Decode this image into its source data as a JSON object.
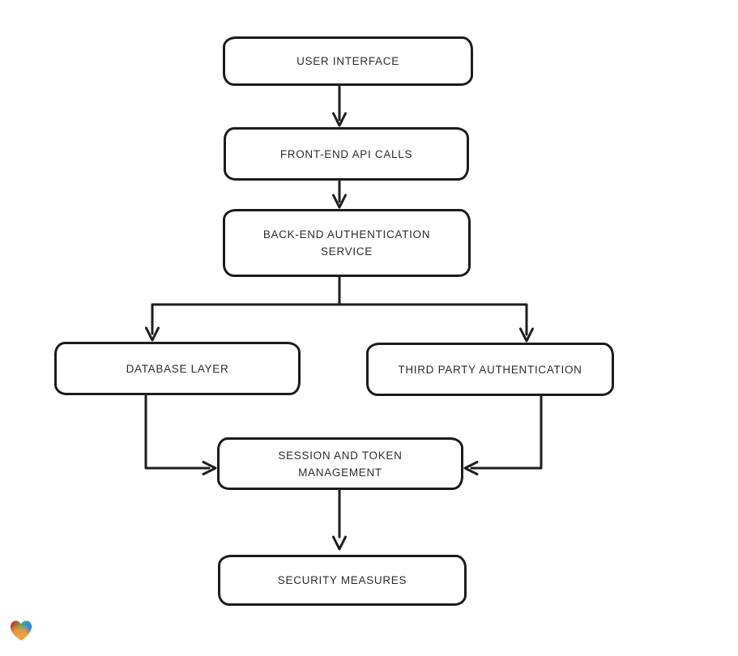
{
  "colors": {
    "background": "#ffffff",
    "node_fill": "#ffffff",
    "stroke": "#1c1c1c",
    "text": "#2d2d2d",
    "logo_red": "#e2211c",
    "logo_green": "#58a14f",
    "logo_blue": "#2b9fdc",
    "logo_orange": "#f59e3b"
  },
  "diagram": {
    "nodes": [
      {
        "id": "user-interface",
        "label": "USER INTERFACE"
      },
      {
        "id": "front-end-api-calls",
        "label": "FRONT-END API CALLS"
      },
      {
        "id": "back-end-authentication-service",
        "label": "BACK-END AUTHENTICATION\nSERVICE"
      },
      {
        "id": "database-layer",
        "label": "DATABASE LAYER"
      },
      {
        "id": "third-party-authentication",
        "label": "THIRD PARTY AUTHENTICATION"
      },
      {
        "id": "session-and-token-management",
        "label": "SESSION AND TOKEN\nMANAGEMENT"
      },
      {
        "id": "security-measures",
        "label": "SECURITY MEASURES"
      }
    ],
    "edges": [
      {
        "from": "user-interface",
        "to": "front-end-api-calls"
      },
      {
        "from": "front-end-api-calls",
        "to": "back-end-authentication-service"
      },
      {
        "from": "back-end-authentication-service",
        "to": "database-layer"
      },
      {
        "from": "back-end-authentication-service",
        "to": "third-party-authentication"
      },
      {
        "from": "database-layer",
        "to": "session-and-token-management"
      },
      {
        "from": "third-party-authentication",
        "to": "session-and-token-management"
      },
      {
        "from": "session-and-token-management",
        "to": "security-measures"
      }
    ]
  }
}
